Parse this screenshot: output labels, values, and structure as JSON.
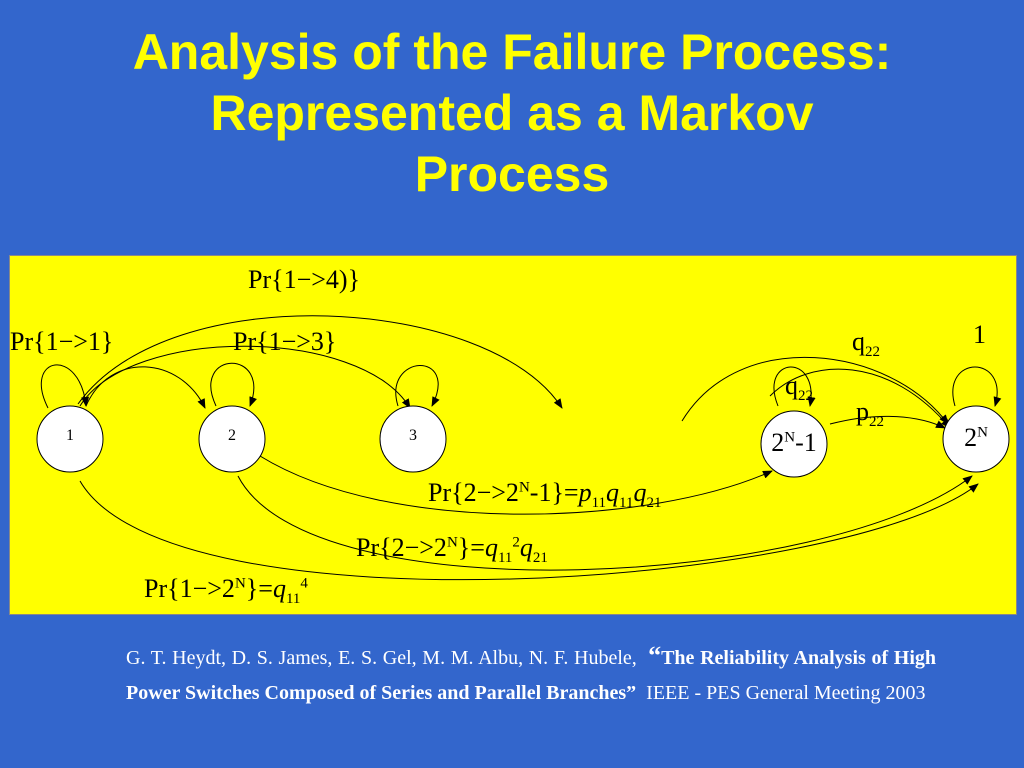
{
  "title": {
    "line1": "Analysis of the Failure Process:",
    "line2": "Represented as a Markov",
    "line3": "Process"
  },
  "nodes": [
    "1",
    "2",
    "3",
    "2N-1",
    "2N"
  ],
  "labels": {
    "pr_1_4": "Pr{1−>4)}",
    "pr_1_1": "Pr{1−>1}",
    "pr_1_3": "Pr{1−>3}",
    "q22_top": "q",
    "q22_top_sub": "22",
    "one": "1",
    "q22_mid": "q",
    "q22_mid_sub": "22",
    "p22": "p",
    "p22_sub": "22",
    "pr_2_2n1_a": "Pr{2−>2",
    "pr_2_2n1_sup": "N",
    "pr_2_2n1_b": "-1}=",
    "pr_2_2n1_c": "p",
    "pr_2_2n1_c_sub": "11",
    "pr_2_2n1_d": "q",
    "pr_2_2n1_d_sub": "11",
    "pr_2_2n1_e": "q",
    "pr_2_2n1_e_sub": "21",
    "pr_2_2n_a": "Pr{2−>2",
    "pr_2_2n_sup": "N",
    "pr_2_2n_b": "}=",
    "pr_2_2n_c": "q",
    "pr_2_2n_c_sub": "11",
    "pr_2_2n_c_sup": "2",
    "pr_2_2n_d": "q",
    "pr_2_2n_d_sub": "21",
    "pr_1_2n_a": "Pr{1−>2",
    "pr_1_2n_sup": "N",
    "pr_1_2n_b": "}=",
    "pr_1_2n_c": "q",
    "pr_1_2n_c_sub": "11",
    "pr_1_2n_c_sup": "4"
  },
  "reference": {
    "authors": "G. T. Heydt, D. S. James, E. S. Gel, M. M. Albu, N. F. Hubele,",
    "quote_open": "“",
    "title": "The Reliability Analysis of High Power Switches Composed of Series and Parallel Branches”",
    "venue": "IEEE - PES General Meeting 2003"
  },
  "colors": {
    "background": "#3366CC",
    "title": "#FFFF00",
    "panel": "#FFFF00",
    "reference": "#FFFFFF"
  }
}
